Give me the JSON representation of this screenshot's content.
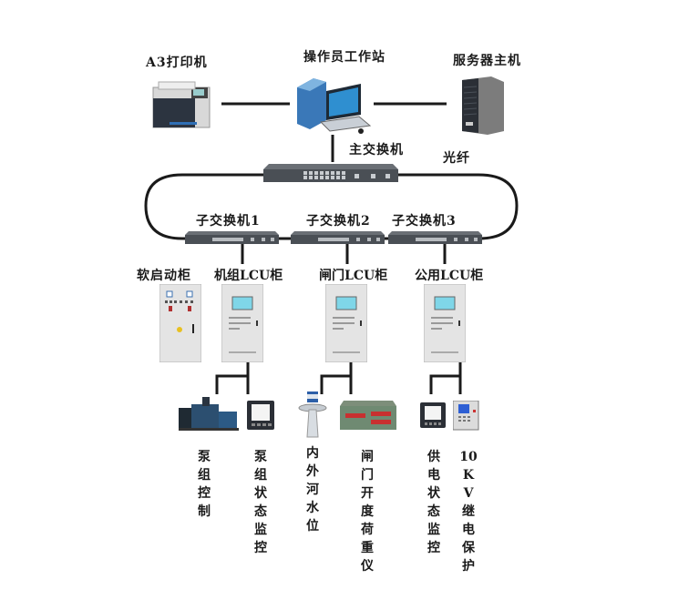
{
  "diagram": {
    "top_nodes": {
      "printer": {
        "label": "A3打印机",
        "icon": "printer-icon"
      },
      "workstation": {
        "label": "操作员工作站",
        "icon": "desktop-computer-icon"
      },
      "server": {
        "label": "服务器主机",
        "icon": "server-tower-icon"
      }
    },
    "main_switch": {
      "label": "主交换机",
      "icon": "network-switch-icon"
    },
    "fiber_label": "光纤",
    "sub_switches": [
      {
        "label": "子交换机1",
        "icon": "network-switch-icon"
      },
      {
        "label": "子交换机2",
        "icon": "network-switch-icon"
      },
      {
        "label": "子交换机3",
        "icon": "network-switch-icon"
      }
    ],
    "cabinets": [
      {
        "label": "软启动柜",
        "icon": "soft-start-cabinet-icon"
      },
      {
        "label": "机组LCU柜",
        "icon": "lcu-cabinet-icon"
      },
      {
        "label": "闸门LCU柜",
        "icon": "lcu-cabinet-icon"
      },
      {
        "label": "公用LCU柜",
        "icon": "lcu-cabinet-icon"
      }
    ],
    "devices": [
      {
        "label": "泵组控制",
        "icon": "pump-unit-icon"
      },
      {
        "label": "泵组状态监控",
        "icon": "power-meter-icon"
      },
      {
        "label": "内外河水位",
        "icon": "radar-level-sensor-icon"
      },
      {
        "label": "闸门开度荷重仪",
        "icon": "gate-load-meter-icon"
      },
      {
        "label": "供电状态监控",
        "icon": "power-meter-icon"
      },
      {
        "label": "10KV继电保护",
        "icon": "relay-protection-icon"
      }
    ],
    "colors": {
      "line": "#1a1a1a",
      "switch_body": "#4a4f55",
      "cabinet_body": "#e4e4e4",
      "screen": "#7fd6e8",
      "monitor_blue": "#2f8fd0"
    }
  }
}
